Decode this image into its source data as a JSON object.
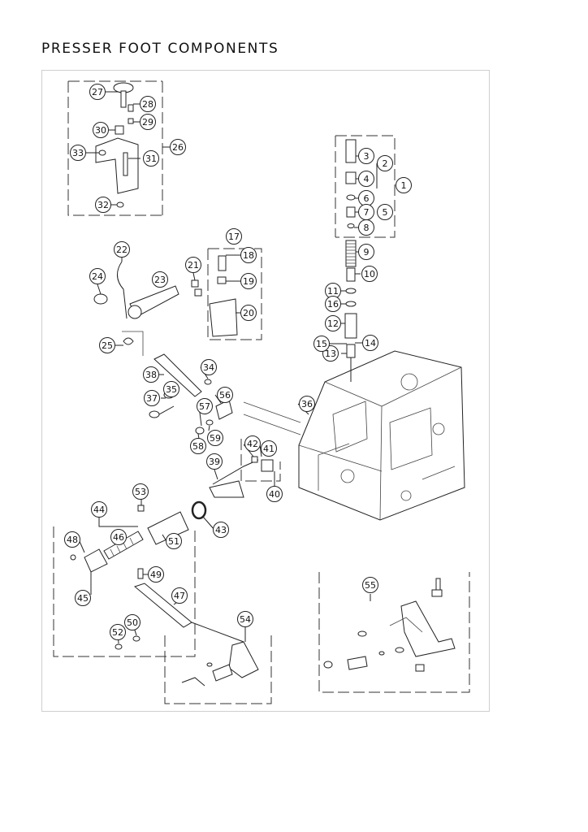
{
  "title": "PRESSER FOOT COMPONENTS",
  "callouts": [
    {
      "id": "1",
      "label": "1"
    },
    {
      "id": "2",
      "label": "2"
    },
    {
      "id": "3",
      "label": "3"
    },
    {
      "id": "4",
      "label": "4"
    },
    {
      "id": "5",
      "label": "5"
    },
    {
      "id": "6",
      "label": "6"
    },
    {
      "id": "7",
      "label": "7"
    },
    {
      "id": "8",
      "label": "8"
    },
    {
      "id": "9",
      "label": "9"
    },
    {
      "id": "10",
      "label": "10"
    },
    {
      "id": "11",
      "label": "11"
    },
    {
      "id": "12",
      "label": "12"
    },
    {
      "id": "13",
      "label": "13"
    },
    {
      "id": "14",
      "label": "14"
    },
    {
      "id": "15",
      "label": "15"
    },
    {
      "id": "16",
      "label": "16"
    },
    {
      "id": "17",
      "label": "17"
    },
    {
      "id": "18",
      "label": "18"
    },
    {
      "id": "19",
      "label": "19"
    },
    {
      "id": "20",
      "label": "20"
    },
    {
      "id": "21",
      "label": "21"
    },
    {
      "id": "22",
      "label": "22"
    },
    {
      "id": "23",
      "label": "23"
    },
    {
      "id": "24",
      "label": "24"
    },
    {
      "id": "25",
      "label": "25"
    },
    {
      "id": "26",
      "label": "26"
    },
    {
      "id": "27",
      "label": "27"
    },
    {
      "id": "28",
      "label": "28"
    },
    {
      "id": "29",
      "label": "29"
    },
    {
      "id": "30",
      "label": "30"
    },
    {
      "id": "31",
      "label": "31"
    },
    {
      "id": "32",
      "label": "32"
    },
    {
      "id": "33",
      "label": "33"
    },
    {
      "id": "34",
      "label": "34"
    },
    {
      "id": "35",
      "label": "35"
    },
    {
      "id": "36",
      "label": "36"
    },
    {
      "id": "37",
      "label": "37"
    },
    {
      "id": "38",
      "label": "38"
    },
    {
      "id": "39",
      "label": "39"
    },
    {
      "id": "40",
      "label": "40"
    },
    {
      "id": "41",
      "label": "41"
    },
    {
      "id": "42",
      "label": "42"
    },
    {
      "id": "43",
      "label": "43"
    },
    {
      "id": "44",
      "label": "44"
    },
    {
      "id": "45",
      "label": "45"
    },
    {
      "id": "46",
      "label": "46"
    },
    {
      "id": "47",
      "label": "47"
    },
    {
      "id": "48",
      "label": "48"
    },
    {
      "id": "49",
      "label": "49"
    },
    {
      "id": "50",
      "label": "50"
    },
    {
      "id": "51",
      "label": "51"
    },
    {
      "id": "52",
      "label": "52"
    },
    {
      "id": "53",
      "label": "53"
    },
    {
      "id": "54",
      "label": "54"
    },
    {
      "id": "55",
      "label": "55"
    },
    {
      "id": "56",
      "label": "56"
    },
    {
      "id": "57",
      "label": "57"
    },
    {
      "id": "58",
      "label": "58"
    },
    {
      "id": "59",
      "label": "59"
    }
  ]
}
